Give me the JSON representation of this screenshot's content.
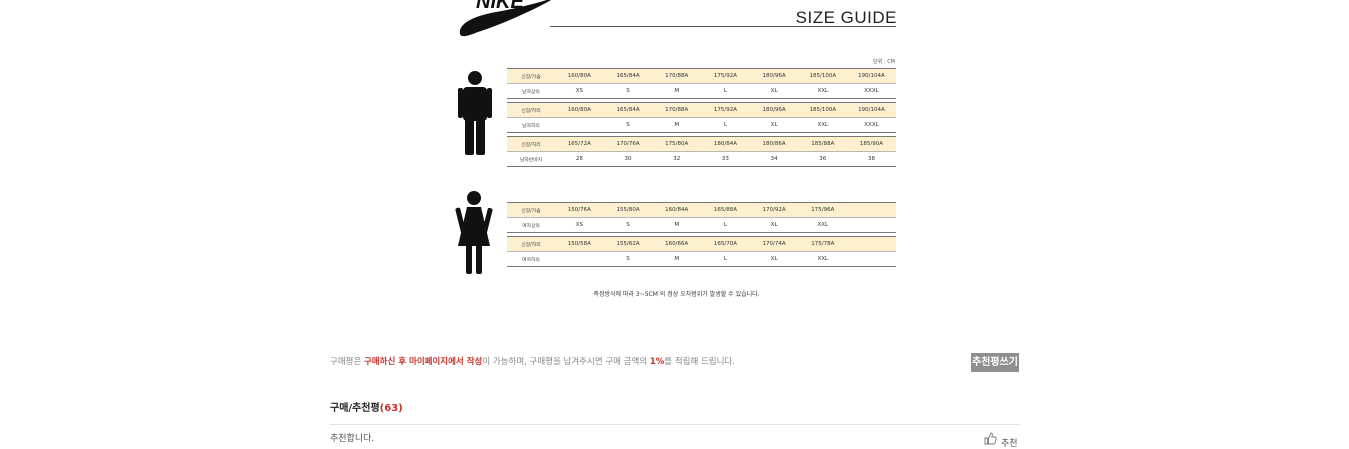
{
  "size_guide": {
    "brand": "NIKE",
    "title": "SIZE GUIDE",
    "unit": "단위 : CM",
    "men": [
      {
        "rows": [
          {
            "label": "신장/가슴",
            "highlight": true,
            "cells": [
              "160/80A",
              "165/84A",
              "170/88A",
              "175/92A",
              "180/96A",
              "185/100A",
              "190/104A"
            ]
          },
          {
            "label": "남자상의",
            "highlight": false,
            "cells": [
              "XS",
              "S",
              "M",
              "L",
              "XL",
              "XXL",
              "XXXL"
            ]
          }
        ]
      },
      {
        "rows": [
          {
            "label": "신장/허리",
            "highlight": true,
            "cells": [
              "160/80A",
              "165/84A",
              "170/88A",
              "175/92A",
              "180/96A",
              "185/100A",
              "190/104A"
            ]
          },
          {
            "label": "남자하의",
            "highlight": false,
            "cells": [
              "",
              "S",
              "M",
              "L",
              "XL",
              "XXL",
              "XXXL"
            ]
          }
        ]
      },
      {
        "rows": [
          {
            "label": "신장/허리",
            "highlight": true,
            "cells": [
              "165/72A",
              "170/76A",
              "175/80A",
              "180/84A",
              "180/86A",
              "185/88A",
              "185/90A"
            ]
          },
          {
            "label": "남자반바지",
            "highlight": false,
            "cells": [
              "28",
              "30",
              "32",
              "33",
              "34",
              "36",
              "38"
            ]
          }
        ]
      }
    ],
    "women": [
      {
        "rows": [
          {
            "label": "신장/가슴",
            "highlight": true,
            "cells": [
              "150/76A",
              "155/80A",
              "160/84A",
              "165/88A",
              "170/92A",
              "175/96A",
              ""
            ]
          },
          {
            "label": "여자상의",
            "highlight": false,
            "cells": [
              "XS",
              "S",
              "M",
              "L",
              "XL",
              "XXL",
              ""
            ]
          }
        ]
      },
      {
        "rows": [
          {
            "label": "신장/허리",
            "highlight": true,
            "cells": [
              "150/58A",
              "155/62A",
              "160/66A",
              "165/70A",
              "170/74A",
              "175/78A",
              ""
            ]
          },
          {
            "label": "여자하의",
            "highlight": false,
            "cells": [
              "",
              "S",
              "M",
              "L",
              "XL",
              "XXL",
              ""
            ]
          }
        ]
      }
    ],
    "note": "측정방식에 따라 3~5CM 의 정상 오차범위가 발생할 수 있습니다."
  },
  "notice": {
    "part1": "구매평은 ",
    "em1": "구매하신 후 마이페이지에서 작성",
    "part2": "이 가능하며, 구매평을 남겨주시면 구매 금액의 ",
    "em2": "1%",
    "part3": "를 적립해 드립니다."
  },
  "write_button": "추천평쓰기",
  "reviews": {
    "heading": "구매/추천평",
    "count_open": "(",
    "count": "63",
    "count_close": ")",
    "first_text": "추천합니다.",
    "recommend_label": "추천"
  },
  "colors": {
    "highlight": "#fdf0cf",
    "accent": "#c1332a",
    "button_bg": "#8f8f8f"
  }
}
